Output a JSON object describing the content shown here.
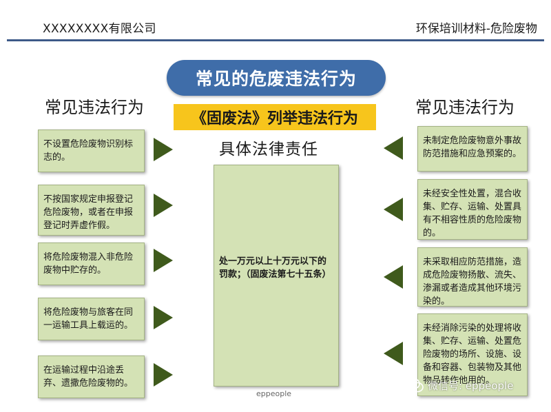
{
  "header": {
    "company": "XXXXXXXX有限公司",
    "material": "环保培训材料-危险废物"
  },
  "title": "常见的危废违法行为",
  "left_heading": "常见违法行为",
  "right_heading": "常见违法行为",
  "subtitle": "《固废法》列举违法行为",
  "center_label": "具体法律责任",
  "center_text": "处一万元以上十万元以下的罚款；（固废法第七十五条）",
  "left_items": [
    "不设置危险废物识别标志的。",
    "不按国家规定申报登记危险废物，或者在申报登记时弄虚作假。",
    "将危险废物混入非危险废物中贮存的。",
    "将危险废物与旅客在同一运输工具上载运的。",
    "在运输过程中沿途丢弃、遗撒危险废物的。"
  ],
  "right_items": [
    "未制定危险废物意外事故防范措施和应急预案的。",
    "未经安全性处置，混合收集、贮存、运输、处置具有不相容性质的危险废物的。",
    "未采取相应防范措施，造成危险废物扬散、流失、渗漏或者造成其他环境污染的。",
    "未经消除污染的处理将收集、贮存、运输、处置危险废物的场所、设施、设备和容器、包装物及其他物品转作他用的。"
  ],
  "footer": "eppeople",
  "watermark": "微信号: eppeople",
  "colors": {
    "title_bg": "#3f6da9",
    "box_bg": "#d4e2b5",
    "arrow": "#3f5a1c",
    "subtitle_bg": "#f7c51c",
    "rule": "#3d5a88"
  }
}
